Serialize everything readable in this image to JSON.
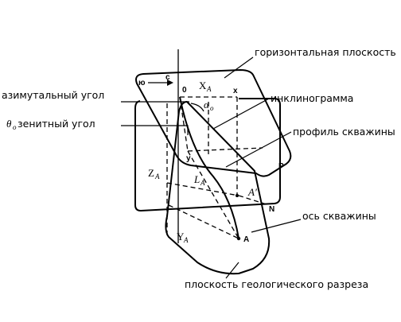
{
  "callouts": {
    "horizontal_plane": "горизонтальная плоскость",
    "azimuth_angle": "азимутальный угол",
    "zenith_prefix": "θ",
    "zenith_sub": "o",
    "zenith_angle": "зенитный угол",
    "inclinogram": "инклинограмма",
    "well_profile": "профиль скважины",
    "well_axis": "ось скважины",
    "section_plane": "плоскость геологического разреза"
  },
  "symbols": {
    "north": "ю",
    "c": "c",
    "origin": "0",
    "x_axis": "X",
    "x_sub": "A",
    "x_small": "x",
    "alpha": "α",
    "alpha_sub": "o",
    "y_small": "y",
    "z_axis": "Z",
    "z_sub": "A",
    "l_axis": "L",
    "l_sub": "A",
    "a_prime": "A′",
    "p": "P",
    "n": "N",
    "a": "A",
    "y_axis": "Y",
    "y_sub": "A"
  }
}
